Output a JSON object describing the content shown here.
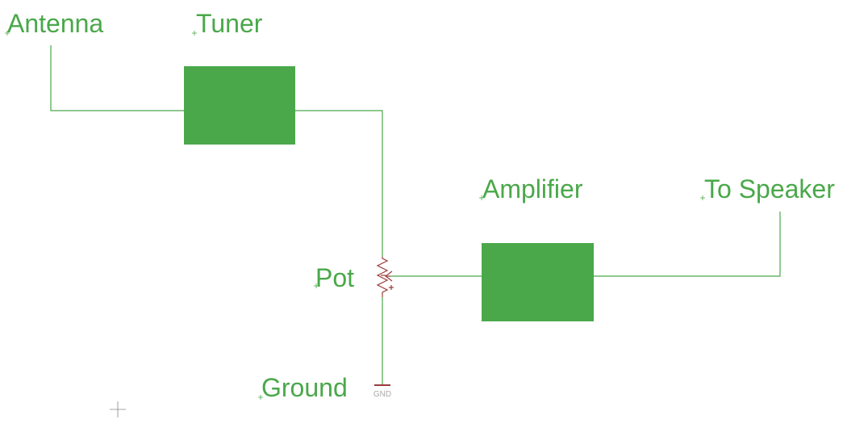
{
  "labels": {
    "antenna": "Antenna",
    "tuner": "Tuner",
    "amplifier": "Amplifier",
    "to_speaker": "To Speaker",
    "pot": "Pot",
    "ground": "Ground",
    "gnd": "GND"
  },
  "colors": {
    "component": "#4aa84a",
    "wire": "#4aa84a",
    "symbol": "#9a3b3b",
    "label": "#4aa84a",
    "gnd_text": "#aaaaaa"
  }
}
